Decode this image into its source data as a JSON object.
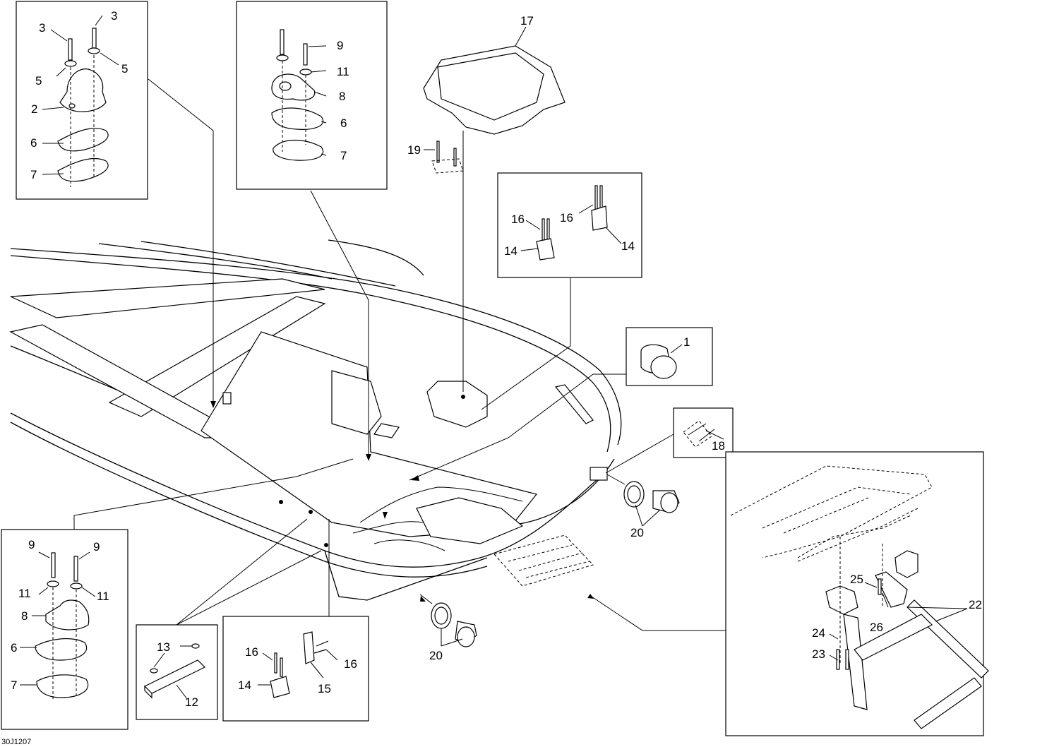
{
  "diagram": {
    "drawing_code": "30J1207",
    "labels": {
      "p1": "1",
      "p2": "2",
      "p3a": "3",
      "p3b": "3",
      "p5a": "5",
      "p5b": "5",
      "p6a": "6",
      "p7a": "7",
      "p9a": "9",
      "p11a": "11",
      "p8a": "8",
      "p6b": "6",
      "p7b": "7",
      "p17": "17",
      "p19": "19",
      "p16a": "16",
      "p16b": "16",
      "p14a": "14",
      "p14b": "14",
      "p18": "18",
      "p20a": "20",
      "p20b": "20",
      "p9b": "9",
      "p9c": "9",
      "p11b": "11",
      "p11c": "11",
      "p8b": "8",
      "p6c": "6",
      "p7c": "7",
      "p13": "13",
      "p12": "12",
      "p16c": "16",
      "p16d": "16",
      "p14c": "14",
      "p15": "15",
      "p22": "22",
      "p25": "25",
      "p26": "26",
      "p24": "24",
      "p23": "23"
    }
  }
}
